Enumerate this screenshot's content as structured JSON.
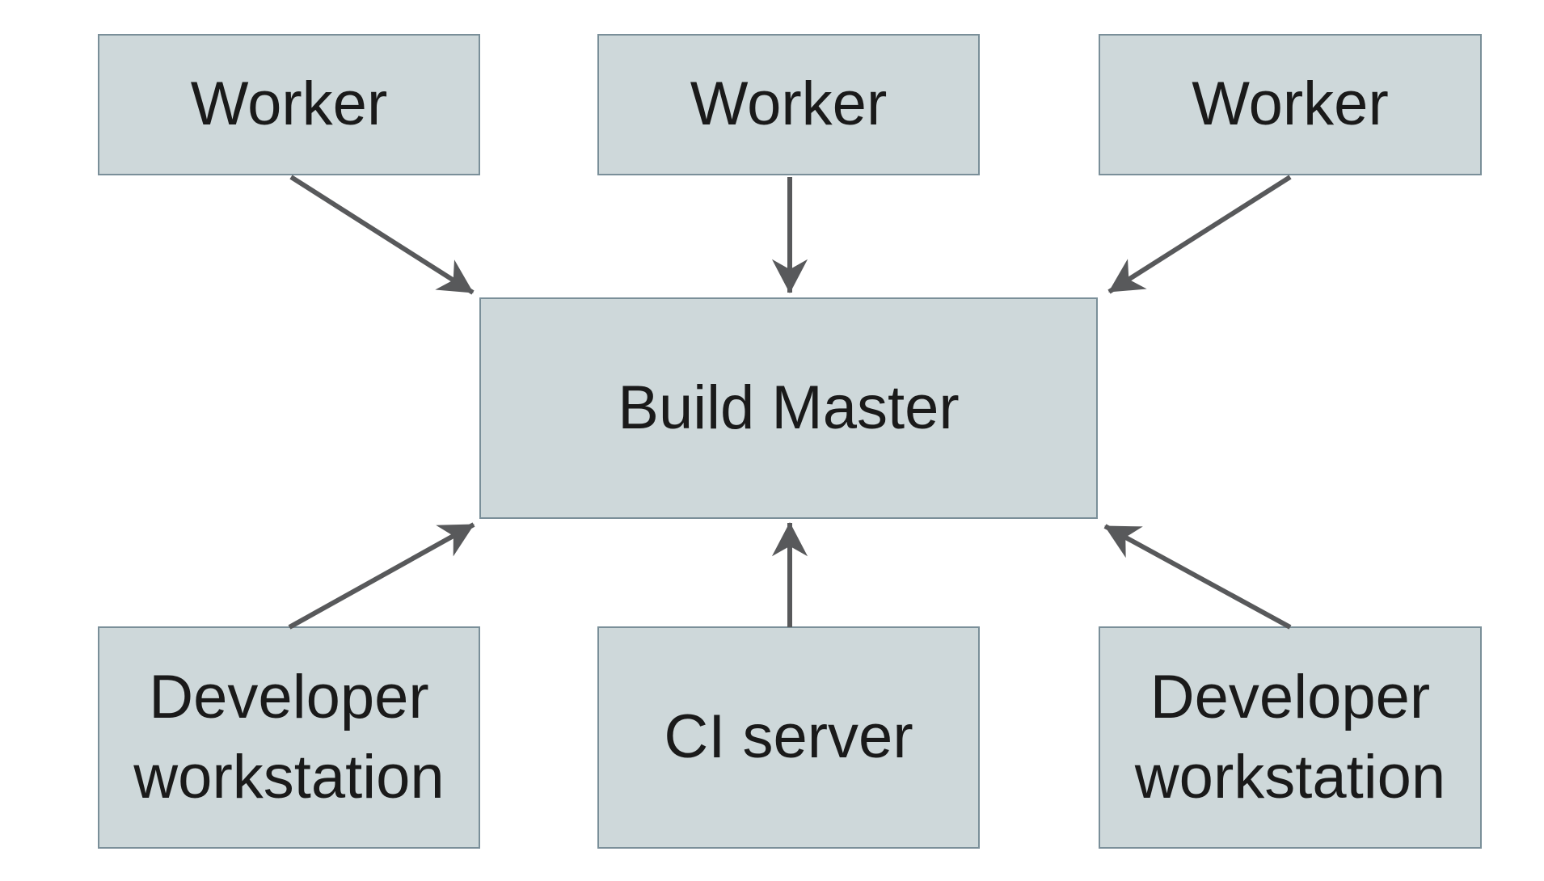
{
  "colors": {
    "background": "#ffffff",
    "node_fill": "#ced8da",
    "node_border": "#7a8f99",
    "arrow": "#58595b",
    "text": "#1a1a1a"
  },
  "nodes": {
    "worker1": {
      "label": "Worker"
    },
    "worker2": {
      "label": "Worker"
    },
    "worker3": {
      "label": "Worker"
    },
    "build_master": {
      "label": "Build Master"
    },
    "dev_workstation_left": {
      "label": "Developer workstation"
    },
    "ci_server": {
      "label": "CI server"
    },
    "dev_workstation_right": {
      "label": "Developer workstation"
    }
  },
  "edges": [
    {
      "from": "worker1",
      "to": "build_master"
    },
    {
      "from": "worker2",
      "to": "build_master"
    },
    {
      "from": "worker3",
      "to": "build_master"
    },
    {
      "from": "dev_workstation_left",
      "to": "build_master"
    },
    {
      "from": "ci_server",
      "to": "build_master"
    },
    {
      "from": "dev_workstation_right",
      "to": "build_master"
    }
  ]
}
